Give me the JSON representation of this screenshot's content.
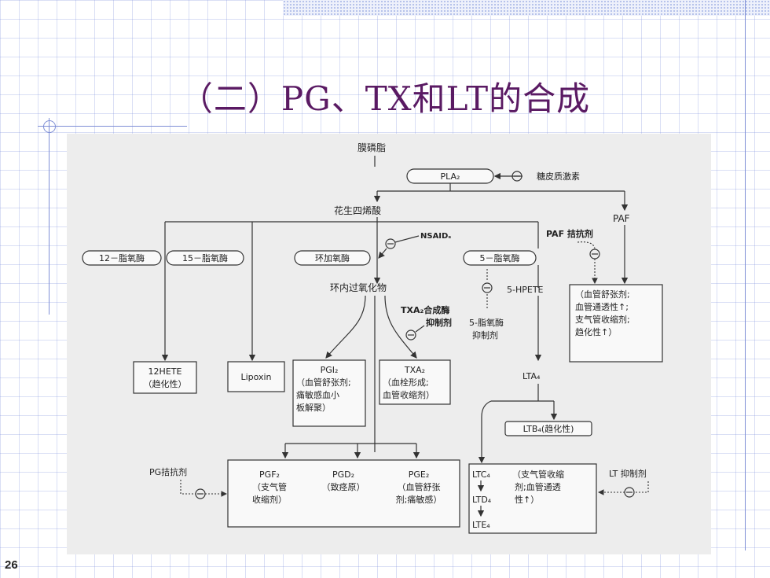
{
  "slide": {
    "title": "（二）PG、TX和LT的合成",
    "page_number": "26"
  },
  "diagram": {
    "membrane": "膜磷脂",
    "pla2": "PLA₂",
    "glucocorticoid": "糖皮质激素",
    "aa": "花生四烯酸",
    "paf": "PAF",
    "nsaids": "NSAIDₛ",
    "paf_antagonist": "PAF 拮抗剂",
    "lox12": "12－脂氧酶",
    "lox15": "15－脂氧酶",
    "cox": "环加氧酶",
    "lox5": "5－脂氧酶",
    "endoperoxide": "环内过氧化物",
    "hpete": "5-HPETE",
    "paf_effect": [
      "（血管舒张剂;",
      "血管通透性↑;",
      "支气管收缩剂;",
      "趋化性↑）"
    ],
    "txa2_inhibitor": [
      "TXA₂合成酶",
      "抑制剂"
    ],
    "lox5_inhibitor": [
      "5-脂氧酶",
      "抑制剂"
    ],
    "hete12": [
      "12HETE",
      "（趋化性）"
    ],
    "lipoxin": "Lipoxin",
    "pgi2": [
      "PGI₂",
      "（血管舒张剂;",
      "痛敏感血小",
      "板解聚）"
    ],
    "txa2": [
      "TXA₂",
      "（血栓形成;",
      "血管收缩剂）"
    ],
    "lta4": "LTA₄",
    "ltb4": "LTB₄(趋化性)",
    "pg_antagonist": "PG拮抗剂",
    "pgf2": [
      "PGF₂",
      "（支气管",
      "收缩剂）"
    ],
    "pgd2": [
      "PGD₂",
      "（致痉原）"
    ],
    "pge2": [
      "PGE₂",
      "（血管舒张",
      "剂;痛敏感）"
    ],
    "ltc4": "LTC₄",
    "ltd4": "LTD₄",
    "lte4": "LTE₄",
    "lt_effect": [
      "（支气管收缩",
      "剂;血管通透",
      "性↑）"
    ],
    "lt_inhibitor": "LT 抑制剂",
    "minus": "⊖"
  }
}
